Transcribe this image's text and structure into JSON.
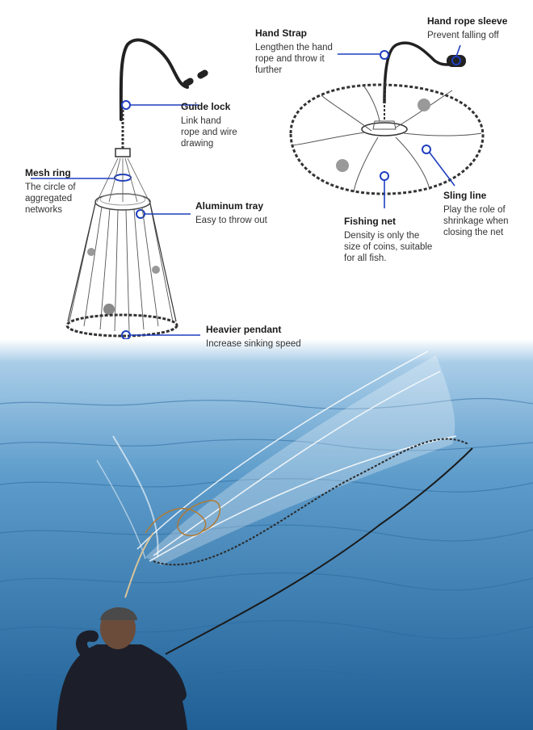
{
  "colors": {
    "callout": "#1f3fbf",
    "net_line": "#444444",
    "rope": "#222222",
    "sea_light": "#7fb6dc",
    "sea_dark": "#1f5f95"
  },
  "labels": {
    "guide_lock": {
      "title": "Guide lock",
      "desc": "Link hand\nrope and wire\ndrawing"
    },
    "mesh_ring": {
      "title": "Mesh ring",
      "desc": "The circle of\naggregated\nnetworks"
    },
    "aluminum_tray": {
      "title": "Aluminum tray",
      "desc": "Easy to throw out"
    },
    "heavier_pendant": {
      "title": "Heavier pendant",
      "desc": "Increase sinking speed"
    },
    "hand_strap": {
      "title": "Hand Strap",
      "desc": "Lengthen the hand\nrope and throw it\nfurther"
    },
    "hand_rope_sleeve": {
      "title": "Hand rope sleeve",
      "desc": "Prevent falling off"
    },
    "sling_line": {
      "title": "Sling line",
      "desc": "Play the role of\nshrinkage when\nclosing the net"
    },
    "fishing_net": {
      "title": "Fishing net",
      "desc": "Density is only the\nsize of coins, suitable\nfor all fish."
    }
  }
}
